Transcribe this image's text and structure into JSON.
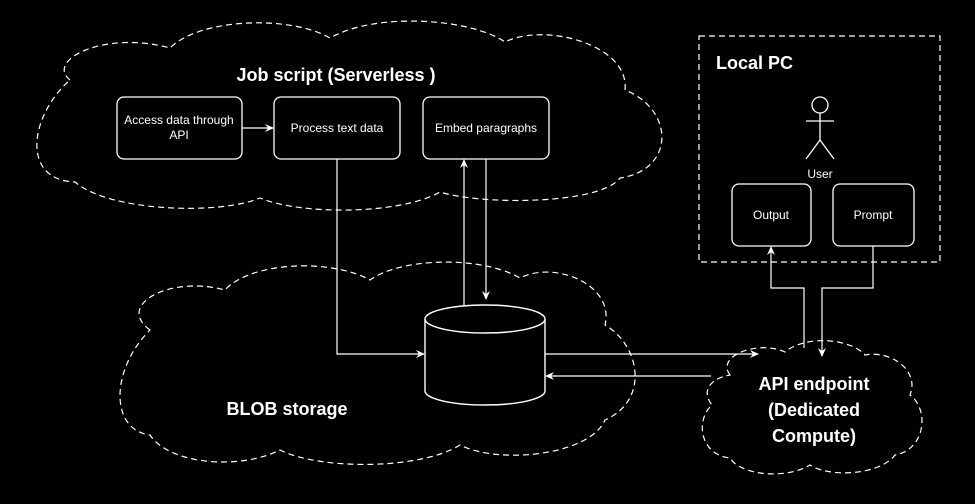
{
  "job_script": {
    "title": "Job script (Serverless )"
  },
  "nodes": {
    "access_data": {
      "line1": "Access data through",
      "line2": "API"
    },
    "process_text": {
      "label": "Process text data"
    },
    "embed_paragraphs": {
      "label": "Embed paragraphs"
    },
    "output": {
      "label": "Output"
    },
    "prompt": {
      "label": "Prompt"
    }
  },
  "blob_storage": {
    "title": "BLOB storage"
  },
  "local_pc": {
    "title": "Local PC",
    "user_label": "User"
  },
  "api_endpoint": {
    "line1": "API endpoint",
    "line2": "(Dedicated",
    "line3": "Compute)"
  },
  "colors": {
    "background": "#000000",
    "stroke": "#ffffff"
  }
}
